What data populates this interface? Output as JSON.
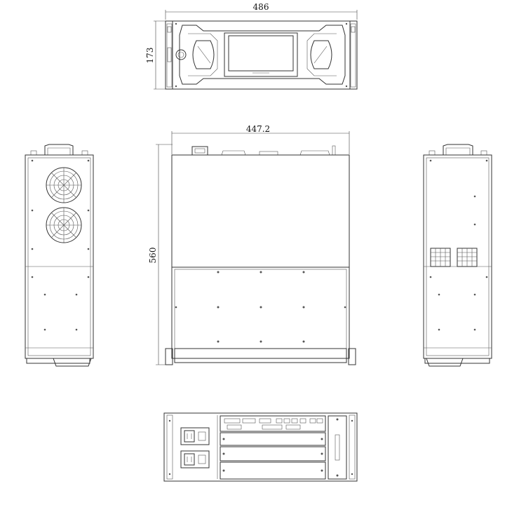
{
  "dimensions": {
    "front_width": "486",
    "front_height": "173",
    "top_width": "447.2",
    "top_depth": "560"
  },
  "colors": {
    "line": "#333333",
    "background": "#ffffff"
  }
}
